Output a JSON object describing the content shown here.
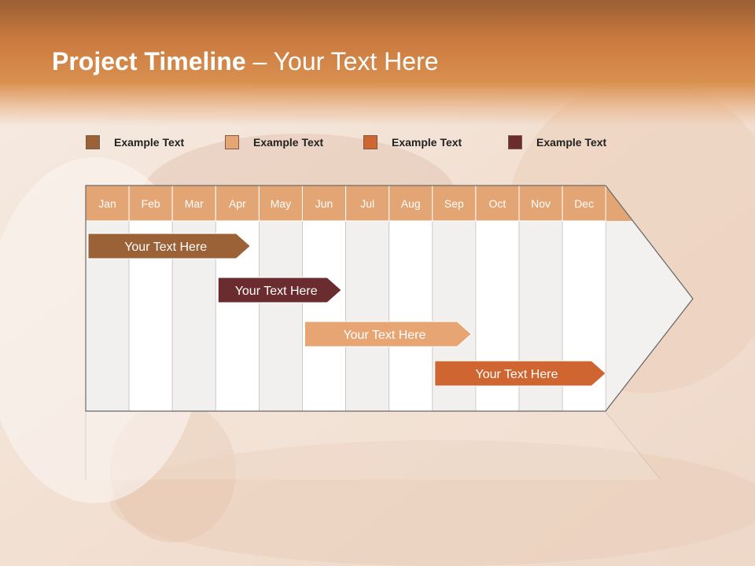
{
  "slide": {
    "title_bold": "Project Timeline",
    "title_rest": " – Your Text Here"
  },
  "legend": [
    {
      "label": "Example Text",
      "color": "#9a6236"
    },
    {
      "label": "Example Text",
      "color": "#e8a574"
    },
    {
      "label": "Example Text",
      "color": "#cf6632"
    },
    {
      "label": "Example Text",
      "color": "#6a2c2e"
    }
  ],
  "timeline": {
    "months": [
      "Jan",
      "Feb",
      "Mar",
      "Apr",
      "May",
      "Jun",
      "Jul",
      "Aug",
      "Sep",
      "Oct",
      "Nov",
      "Dec"
    ],
    "header_color": "#e4a574",
    "tasks": [
      {
        "label": "Your  Text Here",
        "start": 0,
        "end": 3.8,
        "color": "#9a6236"
      },
      {
        "label": "Your  Text Here",
        "start": 3.0,
        "end": 5.9,
        "color": "#6a2c2e"
      },
      {
        "label": "Your  Text Here",
        "start": 5.0,
        "end": 8.9,
        "color": "#e8a574"
      },
      {
        "label": "Your  Text Here",
        "start": 8.0,
        "end": 12.0,
        "color": "#cf6632"
      }
    ]
  }
}
